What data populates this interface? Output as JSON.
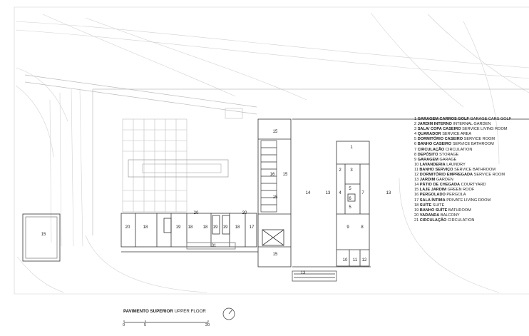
{
  "legend": [
    {
      "num": "1",
      "pt": "GARAGEM CARROS GOLF",
      "en": "GARAGE CARS GOLF"
    },
    {
      "num": "2",
      "pt": "JARDIM INTERNO",
      "en": "INTERNAL GARDEN"
    },
    {
      "num": "3",
      "pt": "SALA/ COPA CASEIRO",
      "en": "SERVICE LIVING ROOM"
    },
    {
      "num": "4",
      "pt": "QUARADOR",
      "en": "SERVICE AREA"
    },
    {
      "num": "5",
      "pt": "DORMITÓRIO CASEIRO",
      "en": "SERVICE ROOM"
    },
    {
      "num": "6",
      "pt": "BANHO CASEIRO",
      "en": "SERVICE BATHROOM"
    },
    {
      "num": "7",
      "pt": "CIRCULAÇÃO",
      "en": "CIRCULATION"
    },
    {
      "num": "8",
      "pt": "DEPÓSITO",
      "en": "STORAGE"
    },
    {
      "num": "9",
      "pt": "GARAGEM",
      "en": "GARAGE"
    },
    {
      "num": "10",
      "pt": "LAVANDERIA",
      "en": "LAUNDRY"
    },
    {
      "num": "11",
      "pt": "BANHO SERVIÇO",
      "en": "SERVICE BATHROOM"
    },
    {
      "num": "12",
      "pt": "DORMITÓRIO EMPREGADA",
      "en": "SERVICE ROOM"
    },
    {
      "num": "13",
      "pt": "JARDIM",
      "en": "GARDEN"
    },
    {
      "num": "14",
      "pt": "PÁTIO DE CHEGADA",
      "en": "COURTYARD"
    },
    {
      "num": "15",
      "pt": "LAJE JARDIM",
      "en": "GREEN ROOF"
    },
    {
      "num": "16",
      "pt": "PERGOLADO",
      "en": "PERGOLA"
    },
    {
      "num": "17",
      "pt": "SALA ÍNTIMA",
      "en": "PRIVATE LIVING ROOM"
    },
    {
      "num": "18",
      "pt": "SUÍTE",
      "en": "SUITE"
    },
    {
      "num": "19",
      "pt": "BANHO SUÍTE",
      "en": "BATHROOM"
    },
    {
      "num": "20",
      "pt": "VARANDA",
      "en": "BALCONY"
    },
    {
      "num": "21",
      "pt": "CIRCULAÇÃO",
      "en": "CIRCULATION"
    }
  ],
  "title": {
    "pt": "PAVIMENTO SUPERIOR",
    "en": "UPPER FLOOR"
  },
  "scale": {
    "labels": [
      "0",
      "5",
      "20"
    ]
  },
  "room_labels": [
    "15",
    "15",
    "16",
    "15",
    "14",
    "13",
    "13",
    "13",
    "1",
    "2",
    "3",
    "4",
    "5",
    "6",
    "7",
    "5",
    "9",
    "8",
    "10",
    "11",
    "12",
    "20",
    "18",
    "19",
    "18",
    "18",
    "19",
    "19",
    "18",
    "17",
    "20",
    "20",
    "31",
    "15",
    "15"
  ]
}
